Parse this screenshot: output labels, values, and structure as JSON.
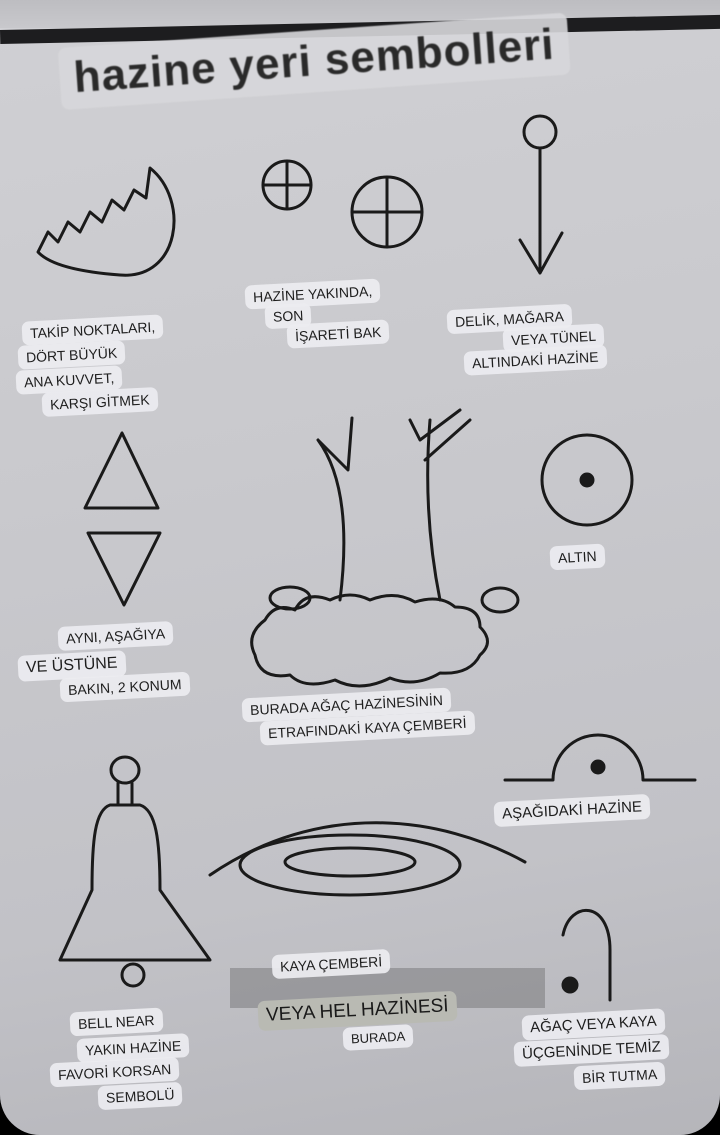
{
  "title": "hazine yeri sembolleri",
  "labels": {
    "takip": [
      "TAKİP NOKTALARI,",
      "DÖRT BÜYÜK",
      "ANA KUVVET,",
      "KARŞI GİTMEK"
    ],
    "yakinda": [
      "HAZİNE YAKINDA,",
      "SON",
      "İŞARETİ BAK"
    ],
    "delik": [
      "DELİK, MAĞARA",
      "VEYA TÜNEL",
      "ALTINDAKİ HAZİNE"
    ],
    "altin": "ALTIN",
    "ayni": [
      "AYNI, AŞAĞIYA",
      "VE ÜSTÜNE",
      "BAKIN, 2 KONUM"
    ],
    "agac": [
      "BURADA AĞAÇ HAZİNESİNİN",
      "ETRAFINDAKİ KAYA ÇEMBERİ"
    ],
    "asagidaki": "AŞAĞIDAKİ HAZİNE",
    "kaya": [
      "KAYA ÇEMBERİ",
      "VEYA HEL HAZİNESİ",
      "BURADA"
    ],
    "bell": [
      "BELL NEAR",
      "YAKIN HAZİNE",
      "FAVORİ KORSAN",
      "SEMBOLÜ"
    ],
    "tutma": [
      "AĞAÇ VEYA KAYA",
      "ÜÇGENİNDE TEMİZ",
      "BİR TUTMA"
    ]
  }
}
